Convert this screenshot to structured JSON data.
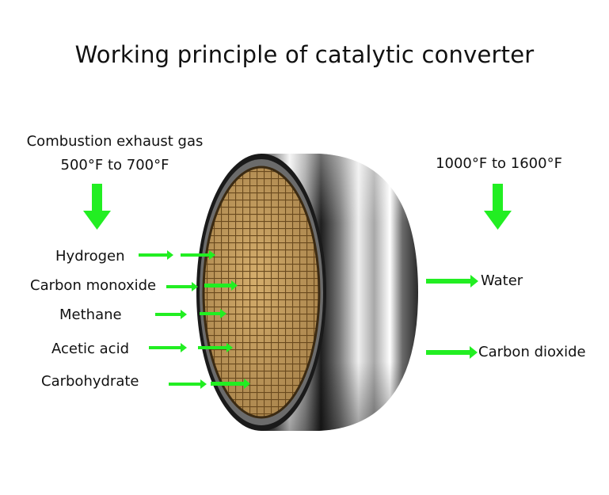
{
  "title": "Working principle of catalytic converter",
  "inlet": {
    "line1": "Combustion exhaust gas",
    "line2": "500°F to 700°F"
  },
  "outlet": {
    "temperature": "1000°F to 1600°F"
  },
  "inputs": [
    "Hydrogen",
    "Carbon monoxide",
    "Methane",
    "Acetic acid",
    "Carbohydrate"
  ],
  "outputs": [
    "Water",
    "Carbon dioxide"
  ],
  "colors": {
    "arrow": "#22ee22",
    "honeycomb": "#c8a060",
    "honeycomb_grid": "#6a4a1e",
    "steel_dark": "#1a1a1a",
    "steel_light": "#e8e8e8"
  }
}
